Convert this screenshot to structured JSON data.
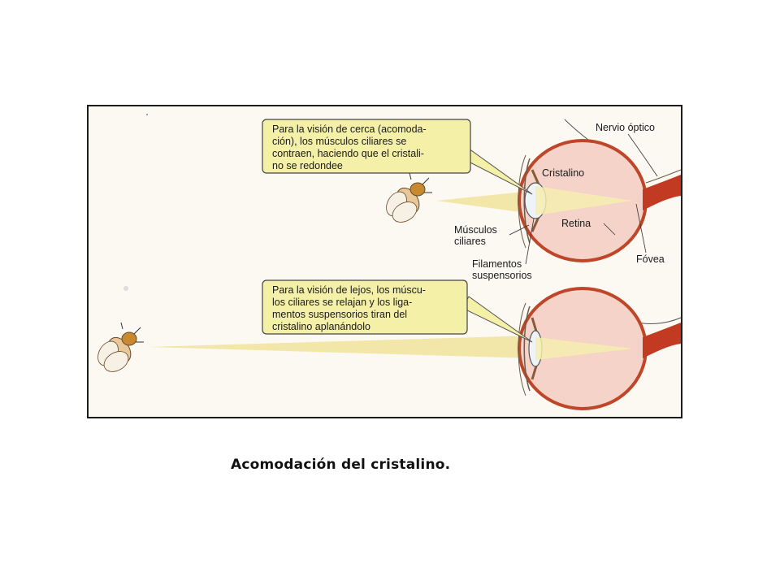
{
  "caption": "Acomodación del cristalino.",
  "near_vision": {
    "box_lines": [
      "Para la visión de cerca (acomoda-",
      "ción), los músculos ciliares se",
      "contraen, haciendo que el cristali-",
      "no se redondee"
    ],
    "labels": {
      "optic_nerve": "Nervio óptico",
      "lens": "Cristalino",
      "retina": "Retina",
      "ciliary_muscles_1": "Músculos",
      "ciliary_muscles_2": "ciliares",
      "suspensory_1": "Filamentos",
      "suspensory_2": "suspensorios",
      "fovea": "Fóvea"
    }
  },
  "far_vision": {
    "box_lines": [
      "Para la visión de lejos, los múscu-",
      "los ciliares se relajan y los liga-",
      "mentos suspensorios tiran del",
      "cristalino aplanándolo"
    ]
  },
  "colors": {
    "frame": "#1c1c1c",
    "panel_bg": "#f7f4ea",
    "box_fill": "#f5f0a8",
    "eye_fill": "#f6d6cc",
    "eye_wall": "#c0462a",
    "nerve": "#c23a22",
    "ray": "#f4ecb0"
  }
}
